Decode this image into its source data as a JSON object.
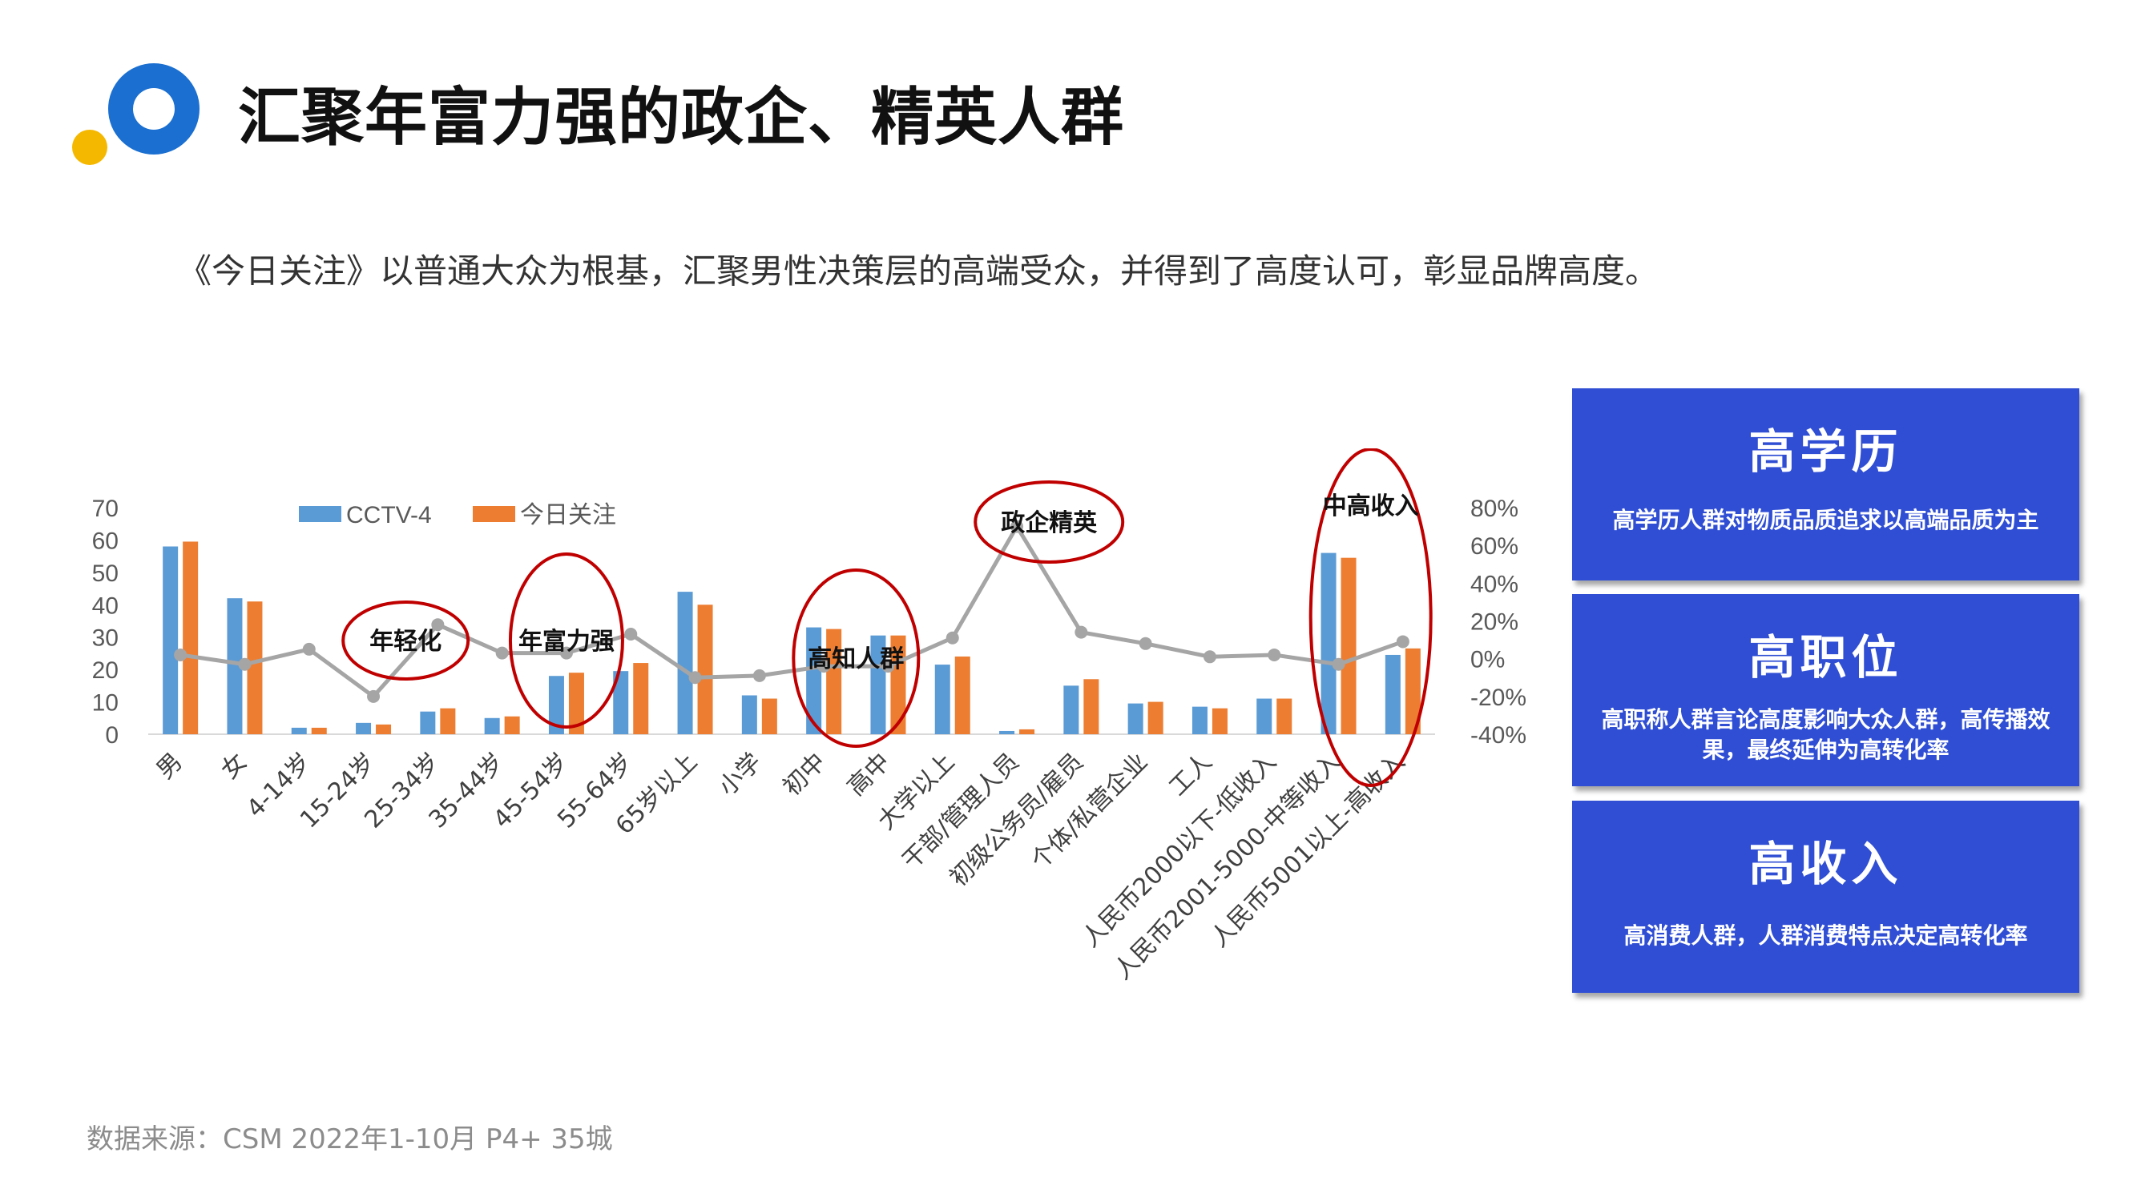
{
  "header": {
    "title": "汇聚年富力强的政企、精英人群",
    "subtitle": "《今日关注》以普通大众为根基，汇聚男性决策层的高端受众，并得到了高度认可，彰显品牌高度。"
  },
  "footer": {
    "source": "数据来源：CSM 2022年1-10月 P4+ 35城"
  },
  "colors": {
    "cctv4": "#5b9bd5",
    "today": "#ed7d31",
    "line": "#a5a5a5",
    "annotation": "#c00000",
    "card": "#2f4ed4",
    "logo_blue": "#1a6fd0",
    "logo_yellow": "#f5b800"
  },
  "chart_data": {
    "type": "bar",
    "categories": [
      "男",
      "女",
      "4-14岁",
      "15-24岁",
      "25-34岁",
      "35-44岁",
      "45-54岁",
      "55-64岁",
      "65岁以上",
      "小学",
      "初中",
      "高中",
      "大学以上",
      "干部/管理人员",
      "初级公务员/雇员",
      "个体/私营企业",
      "工人",
      "人民币2000以下-低收入",
      "人民币2001-5000-中等收入",
      "人民币5001以上-高收入"
    ],
    "series": [
      {
        "name": "CCTV-4",
        "type": "bar",
        "axis": "left",
        "values": [
          58,
          42,
          2,
          3.5,
          7,
          5,
          18,
          19.5,
          44,
          12,
          33,
          30.5,
          21.5,
          1,
          15,
          9.5,
          8.5,
          11,
          56,
          24.5
        ]
      },
      {
        "name": "今日关注",
        "type": "bar",
        "axis": "left",
        "values": [
          59.5,
          41,
          2,
          3,
          8,
          5.5,
          19,
          22,
          40,
          11,
          32.5,
          30.5,
          24,
          1.5,
          17,
          10,
          8,
          11,
          54.5,
          26.5
        ]
      },
      {
        "type": "line",
        "axis": "right",
        "values": [
          2,
          -3,
          5,
          -20,
          18,
          3,
          3,
          13,
          -10,
          -9,
          -4,
          -4,
          11,
          70,
          14,
          8,
          1,
          2,
          -3,
          9
        ]
      }
    ],
    "yticks_left": [
      "70",
      "60",
      "50",
      "40",
      "30",
      "20",
      "10",
      "0"
    ],
    "yticks_right": [
      "80%",
      "60%",
      "40%",
      "20%",
      "0%",
      "-20%",
      "-40%"
    ],
    "ylim_left": [
      0,
      70
    ],
    "ylim_right": [
      -40,
      80
    ],
    "legend_position": "top",
    "annotations": [
      {
        "text": "年轻化",
        "categories": [
          3,
          4
        ]
      },
      {
        "text": "年富力强",
        "categories": [
          6,
          6
        ]
      },
      {
        "text": "高知人群",
        "categories": [
          10,
          11
        ]
      },
      {
        "text": "政企精英",
        "categories": [
          13,
          14
        ]
      },
      {
        "text": "中高收入",
        "categories": [
          18,
          19
        ]
      }
    ]
  },
  "cards": [
    {
      "title": "高学历",
      "text": "高学历人群对物质品质追求以高端品质为主"
    },
    {
      "title": "高职位",
      "text": "高职称人群言论高度影响大众人群，高传播效果，最终延伸为高转化率"
    },
    {
      "title": "高收入",
      "text": "高消费人群，人群消费特点决定高转化率"
    }
  ]
}
